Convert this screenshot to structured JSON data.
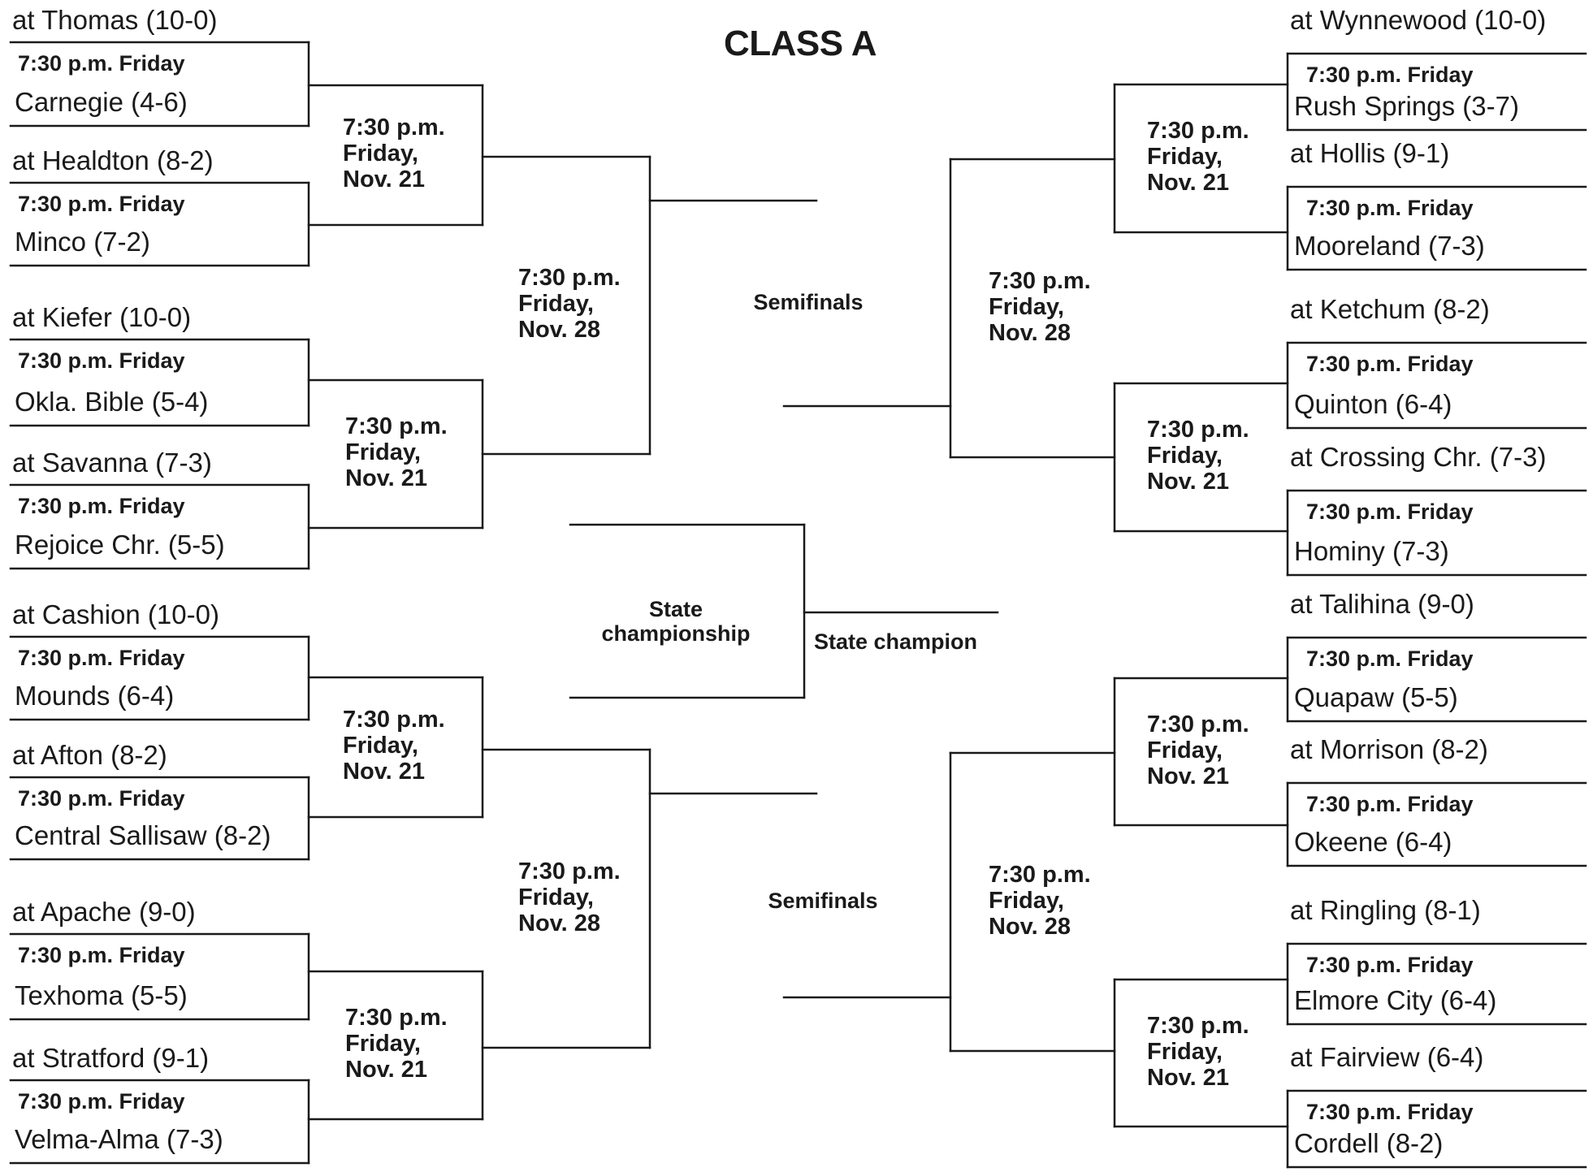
{
  "title": "CLASS A",
  "time_first_round": "7:30 p.m. Friday",
  "time_quarterfinal": "7:30 p.m.\nFriday,\nNov. 21",
  "time_semifinal_bracket": "7:30 p.m.\nFriday,\nNov. 28",
  "label_semifinals": "Semifinals",
  "label_state_championship": "State\nchampionship",
  "label_state_champion": "State champion",
  "left_games": [
    {
      "home": "at Thomas (10-0)",
      "visitor": "Carnegie (4-6)"
    },
    {
      "home": "at Healdton (8-2)",
      "visitor": "Minco (7-2)"
    },
    {
      "home": "at Kiefer (10-0)",
      "visitor": "Okla. Bible (5-4)"
    },
    {
      "home": "at Savanna (7-3)",
      "visitor": "Rejoice Chr. (5-5)"
    },
    {
      "home": "at Cashion (10-0)",
      "visitor": "Mounds (6-4)"
    },
    {
      "home": "at Afton (8-2)",
      "visitor": "Central Sallisaw (8-2)"
    },
    {
      "home": "at Apache (9-0)",
      "visitor": "Texhoma (5-5)"
    },
    {
      "home": "at Stratford (9-1)",
      "visitor": "Velma-Alma (7-3)"
    }
  ],
  "right_games": [
    {
      "home": "at Wynnewood (10-0)",
      "visitor": "Rush Springs (3-7)"
    },
    {
      "home": "at Hollis (9-1)",
      "visitor": "Mooreland (7-3)"
    },
    {
      "home": "at Ketchum (8-2)",
      "visitor": "Quinton (6-4)"
    },
    {
      "home": "at Crossing Chr. (7-3)",
      "visitor": "Hominy (7-3)"
    },
    {
      "home": "at Talihina (9-0)",
      "visitor": "Quapaw (5-5)"
    },
    {
      "home": "at Morrison (8-2)",
      "visitor": "Okeene (6-4)"
    },
    {
      "home": "at Ringling (8-1)",
      "visitor": "Elmore City (6-4)"
    },
    {
      "home": "at Fairview (6-4)",
      "visitor": "Cordell (8-2)"
    }
  ]
}
